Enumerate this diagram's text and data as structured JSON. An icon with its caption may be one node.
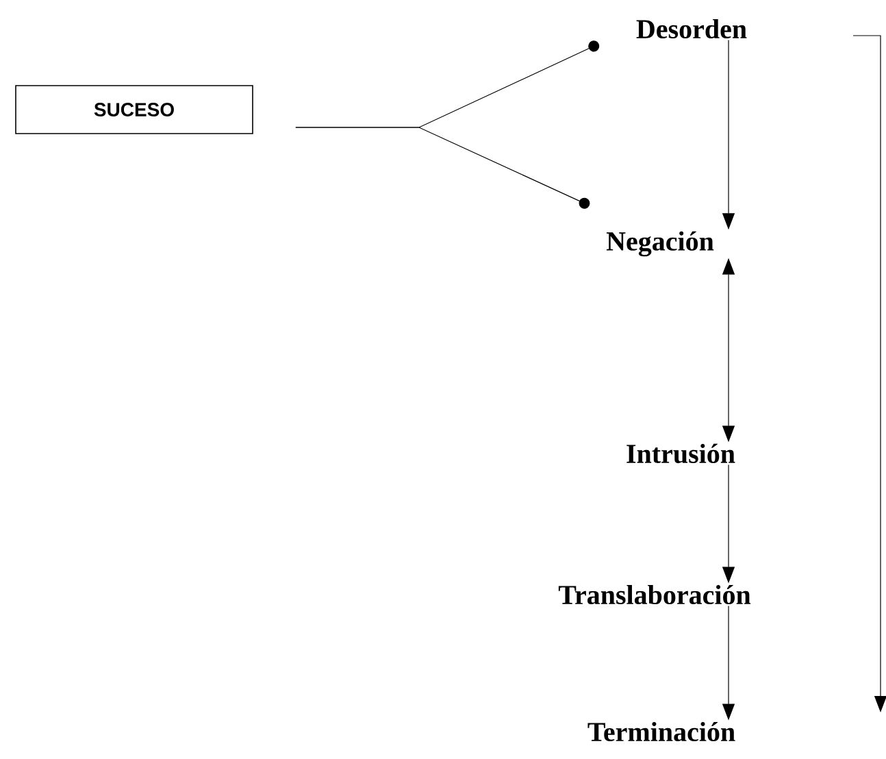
{
  "diagram": {
    "nodes": [
      {
        "text": [
          "SUCESO"
        ]
      },
      {
        "text": [
          "Desorden"
        ]
      },
      {
        "text": [
          "Negación"
        ]
      },
      {
        "text": [
          "Intrusión"
        ]
      },
      {
        "text": [
          "Translaboración"
        ]
      },
      {
        "text": [
          "Terminación"
        ]
      }
    ],
    "edges": [
      {
        "from": 0,
        "to": 1,
        "arrow": "other"
      },
      {
        "from": 0,
        "to": 2,
        "arrow": "other"
      },
      {
        "from": 1,
        "to": 2,
        "arrow": "to"
      },
      {
        "from": 2,
        "to": 3,
        "arrow": "both"
      },
      {
        "from": 3,
        "to": 4,
        "arrow": "to"
      },
      {
        "from": 4,
        "to": 5,
        "arrow": "to"
      },
      {
        "from": 1,
        "to": null,
        "arrow": "to"
      }
    ]
  }
}
